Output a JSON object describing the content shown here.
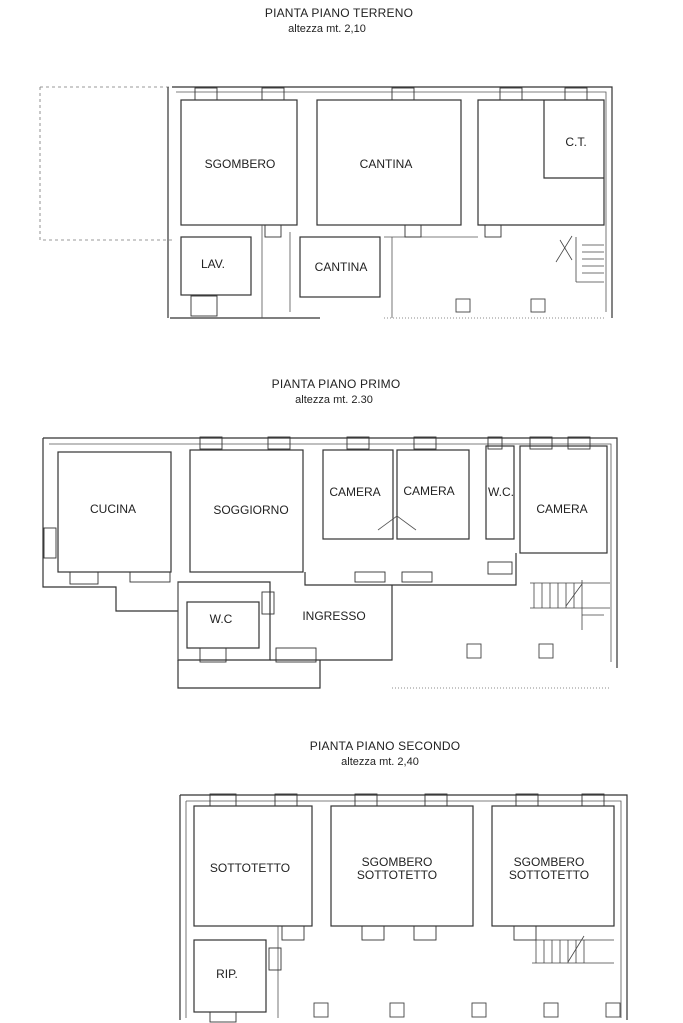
{
  "floors": [
    {
      "title": "PIANTA PIANO TERRENO",
      "height_label": "altezza mt. 2,10",
      "rooms": [
        "SGOMBERO",
        "CANTINA",
        "C.T.",
        "LAV.",
        "CANTINA"
      ]
    },
    {
      "title": "PIANTA PIANO PRIMO",
      "height_label": "altezza mt. 2.30",
      "rooms": [
        "CUCINA",
        "SOGGIORNO",
        "CAMERA",
        "CAMERA",
        "W.C.",
        "CAMERA",
        "W.C",
        "INGRESSO"
      ]
    },
    {
      "title": "PIANTA PIANO SECONDO",
      "height_label": "altezza mt. 2,40",
      "rooms": [
        "SOTTOTETTO",
        "SGOMBERO\nSOTTOTETTO",
        "SGOMBERO\nSOTTOTETTO",
        "RIP."
      ]
    }
  ]
}
